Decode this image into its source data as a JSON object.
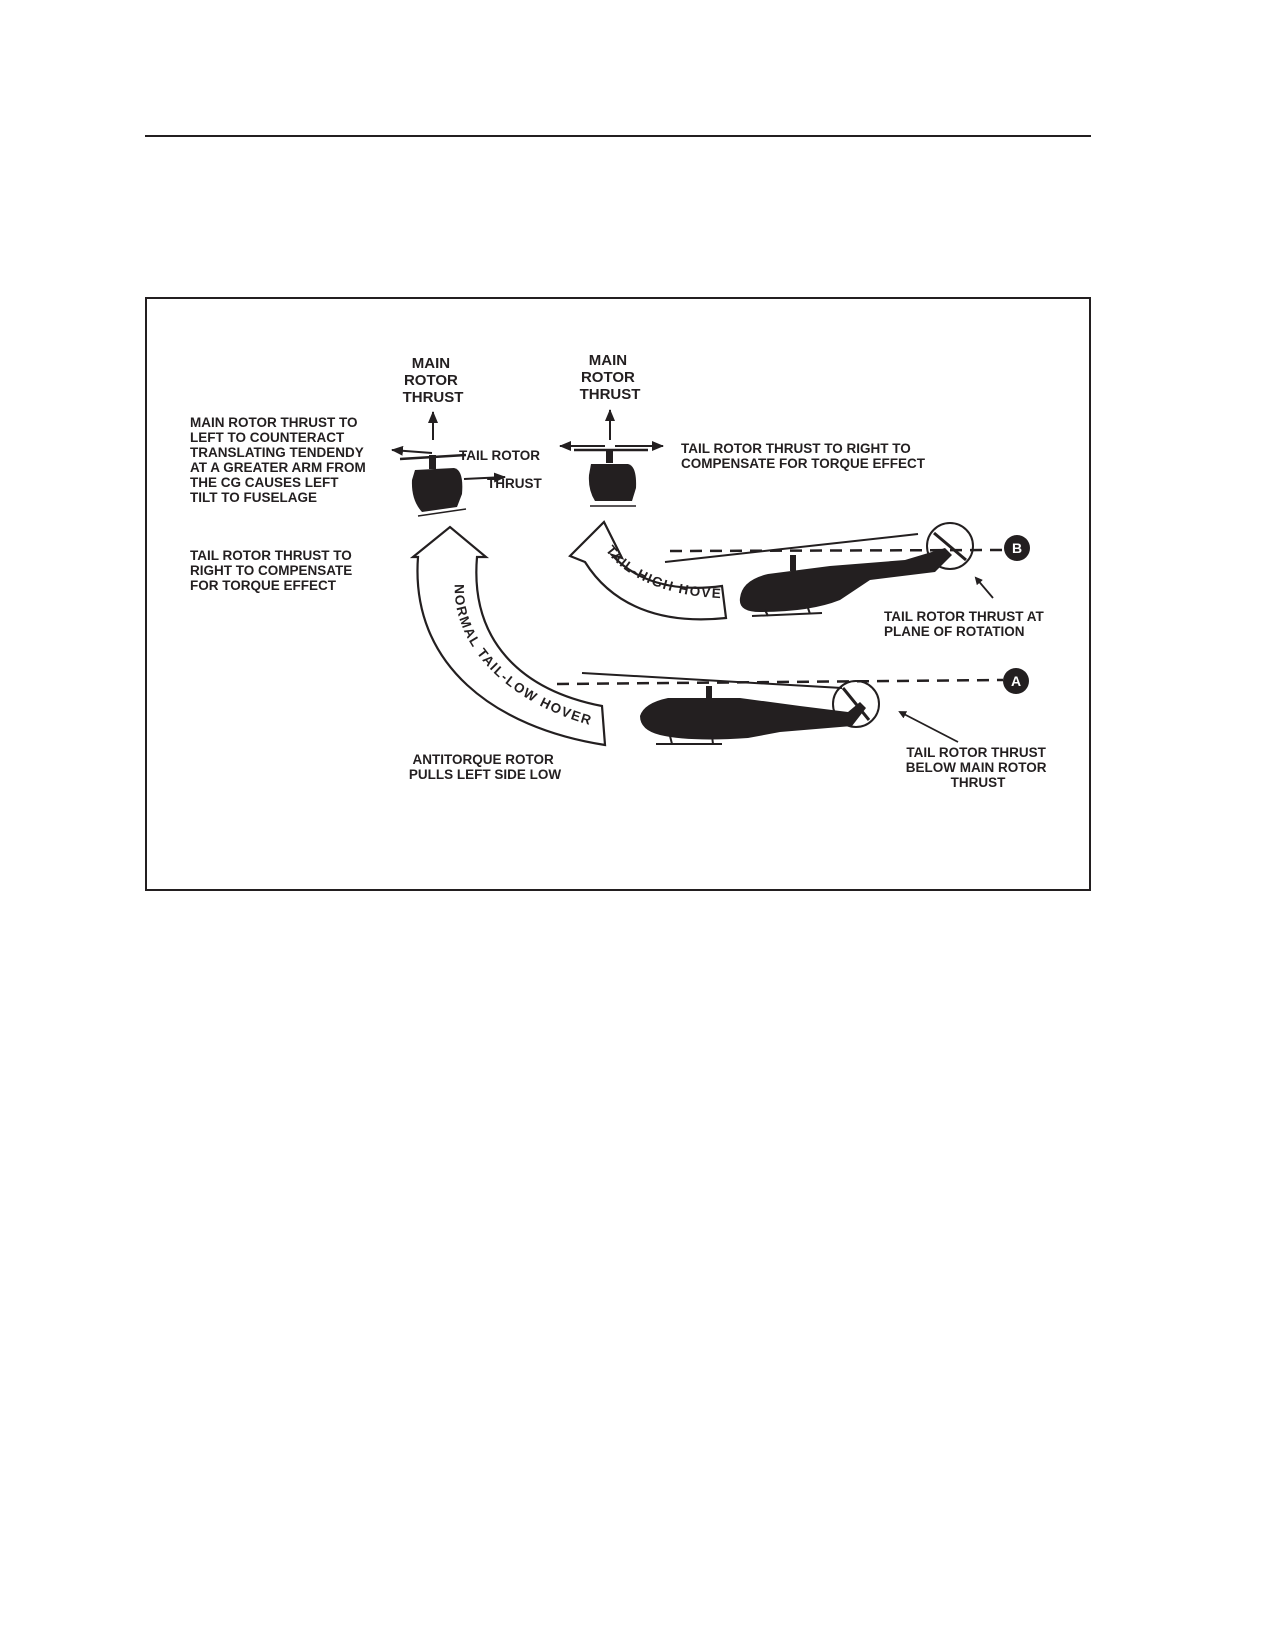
{
  "figure": {
    "labels": {
      "main_rotor_thrust_left": [
        "MAIN",
        "ROTOR",
        "THRUST"
      ],
      "main_rotor_thrust_right": [
        "MAIN",
        "ROTOR",
        "THRUST"
      ],
      "main_rotor_thrust_to_left": [
        "MAIN ROTOR THRUST TO",
        "LEFT TO COUNTERACT",
        "TRANSLATING TENDENDY",
        "AT A GREATER ARM FROM",
        "THE CG CAUSES LEFT",
        "TILT TO FUSELAGE"
      ],
      "tail_rotor_thrust_small": [
        "TAIL ROTOR",
        "THRUST"
      ],
      "tail_rotor_thrust_right_top": [
        "TAIL ROTOR THRUST TO RIGHT TO",
        "COMPENSATE FOR TORQUE EFFECT"
      ],
      "tail_rotor_thrust_right_left": [
        "TAIL ROTOR THRUST TO",
        "RIGHT TO COMPENSATE",
        "FOR TORQUE EFFECT"
      ],
      "tail_high_hover": "TAIL-HIGH HOVER",
      "normal_tail_low_hover": "NORMAL TAIL-LOW HOVER",
      "tail_rotor_thrust_plane": [
        "TAIL ROTOR THRUST AT",
        "PLANE OF ROTATION"
      ],
      "antitorque_rotor": [
        "ANTITORQUE ROTOR",
        "PULLS LEFT SIDE LOW"
      ],
      "tail_rotor_thrust_below": [
        "TAIL ROTOR THRUST",
        "BELOW MAIN ROTOR",
        "THRUST"
      ],
      "marker_a": "A",
      "marker_b": "B"
    },
    "colors": {
      "ink": "#231f20",
      "paper": "#ffffff"
    }
  }
}
